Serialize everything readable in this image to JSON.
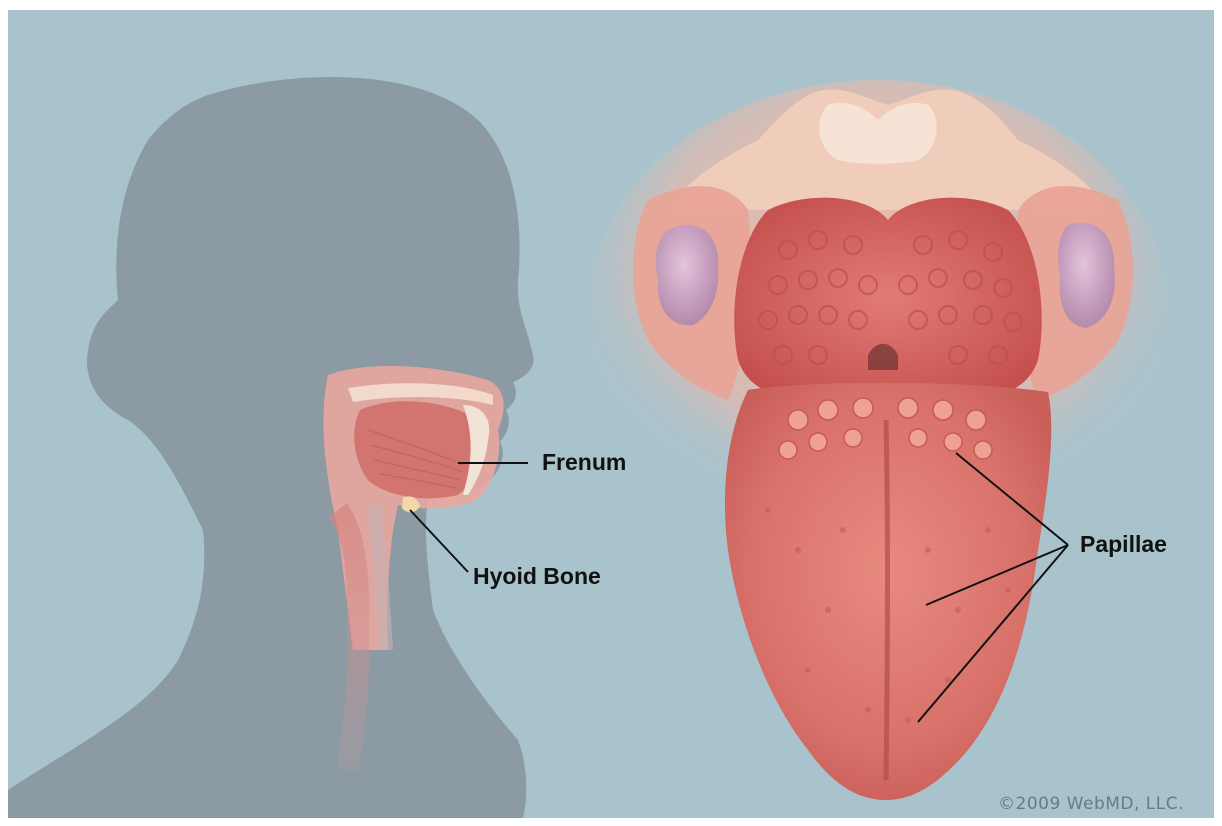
{
  "labels": {
    "frenum": "Frenum",
    "hyoid_bone": "Hyoid Bone",
    "papillae": "Papillae"
  },
  "copyright": "©2009 WebMD, LLC.",
  "colors": {
    "background": "#a9c3cc",
    "silhouette": "#8c9aa3",
    "tongue": "#d9726a",
    "tongue_back": "#cf5f5a",
    "palate": "#f0c7b4",
    "tonsil": "#c9a3c2",
    "leader_line": "#111111"
  }
}
